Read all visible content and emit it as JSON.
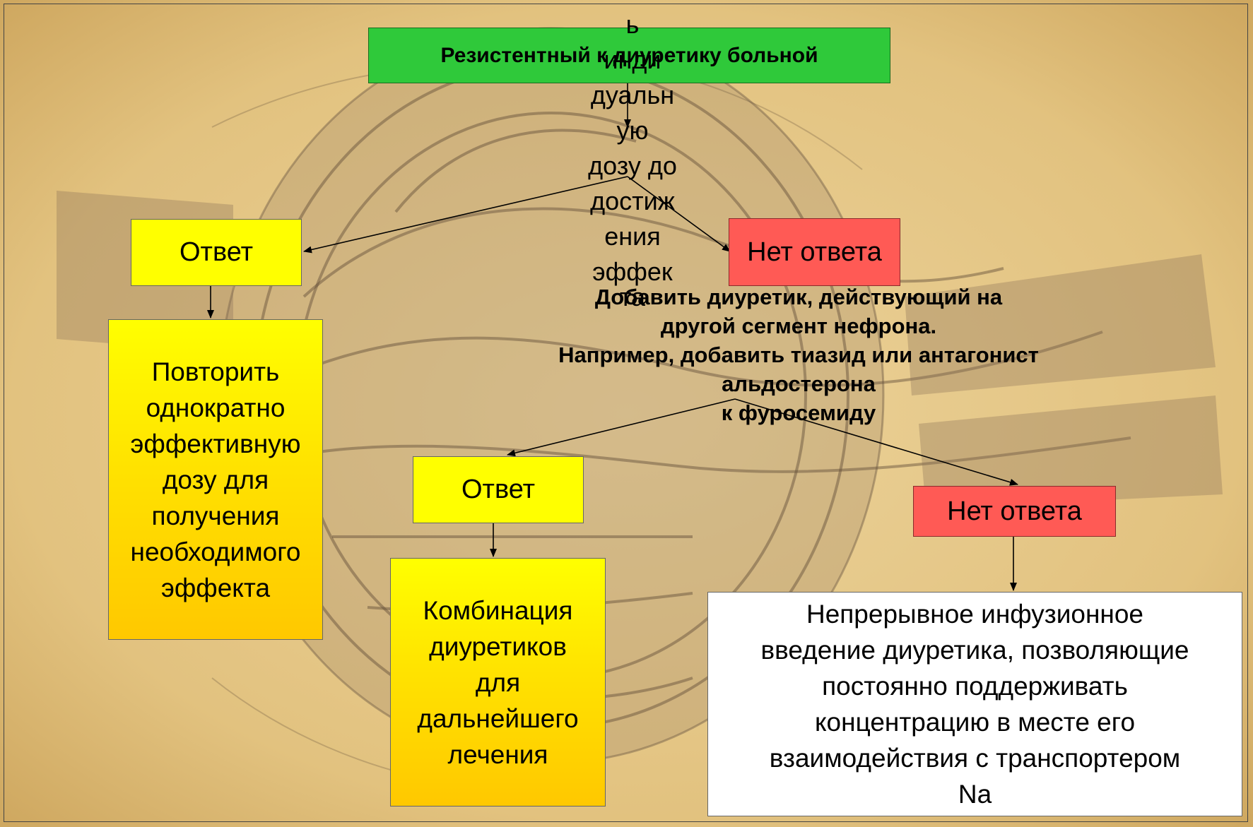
{
  "title_box": "Резистентный к диуретику больной",
  "overlay_text": [
    "ь",
    "инди",
    "дуальн",
    "ую",
    "дозу до",
    "достиж",
    "ения",
    "эффек",
    "та"
  ],
  "left": {
    "answer": "Ответ",
    "result": [
      "Повторить",
      "однократно",
      "эффективную",
      "дозу для",
      "получения",
      "необходимого",
      "эффекта"
    ]
  },
  "right": {
    "no_answer": "Нет ответа",
    "instruction": [
      "Добавить диуретик, действующий на",
      "другой сегмент нефрона.",
      "Например, добавить тиазид или антагонист",
      "альдостерона",
      "к фуросемиду"
    ]
  },
  "middle": {
    "answer": "Ответ",
    "result": [
      "Комбинация",
      "диуретиков",
      "для",
      "дальнейшего",
      "лечения"
    ]
  },
  "far_right": {
    "no_answer": "Нет ответа",
    "result": [
      "Непрерывное инфузионное",
      "введение диуретика, позволяющие",
      "постоянно поддерживать",
      "концентрацию в месте его",
      "взаимодействия с транспортером",
      "Na"
    ]
  },
  "colors": {
    "background": "#e6c98a",
    "title_green": "#2fc93a",
    "answer_yellow": "#ffff00",
    "no_answer_red": "#ff5a55",
    "result_gradient_bottom": "#ffc800"
  }
}
